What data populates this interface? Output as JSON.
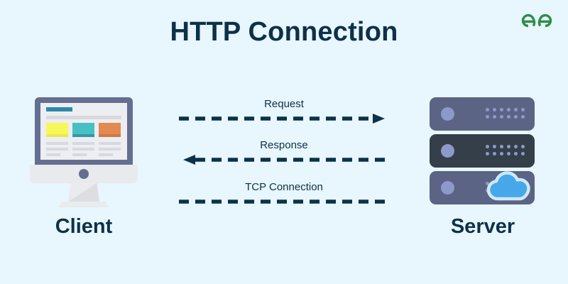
{
  "page": {
    "title": "HTTP Connection",
    "background_color": "#e8f6fd",
    "text_color": "#0d3149"
  },
  "logo": {
    "name": "geeksforgeeks-logo",
    "color": "#2f8d46"
  },
  "endpoints": {
    "client": {
      "label": "Client",
      "icon": "desktop-monitor-icon",
      "bezel_color": "#646e91",
      "screen_color": "#eceef1",
      "cards": [
        {
          "name": "yellow-card",
          "fill": "#f7f75a",
          "strip": "#e9e94f"
        },
        {
          "name": "teal-card",
          "fill": "#45c1c4",
          "strip": "#3a95a8"
        },
        {
          "name": "orange-card",
          "fill": "#e28a52",
          "strip": "#cf7a43"
        }
      ],
      "header_bar_color": "#2f87aa",
      "text_line_color": "#d7d9de"
    },
    "server": {
      "label": "Server",
      "icon": "server-rack-icon",
      "racks": [
        {
          "name": "rack-unit-top",
          "color": "#5b6485"
        },
        {
          "name": "rack-unit-middle",
          "color": "#343f4a"
        },
        {
          "name": "rack-unit-bottom",
          "color": "#5b6485"
        }
      ],
      "led_color": "#8e99cb",
      "dot_color": "#8e99cb",
      "dot_rows": 2,
      "dot_columns": 6,
      "cloud": {
        "name": "cloud-icon",
        "fill": "#46a8e8",
        "halo": "#cfe8f7"
      }
    }
  },
  "flows": [
    {
      "name": "request-flow",
      "label": "Request",
      "direction": "right",
      "arrowhead": true,
      "line_color": "#0d3149"
    },
    {
      "name": "response-flow",
      "label": "Response",
      "direction": "left",
      "arrowhead": true,
      "line_color": "#0d3149"
    },
    {
      "name": "tcp-connection-flow",
      "label": "TCP Connection",
      "direction": "none",
      "arrowhead": false,
      "line_color": "#0d3149"
    }
  ]
}
